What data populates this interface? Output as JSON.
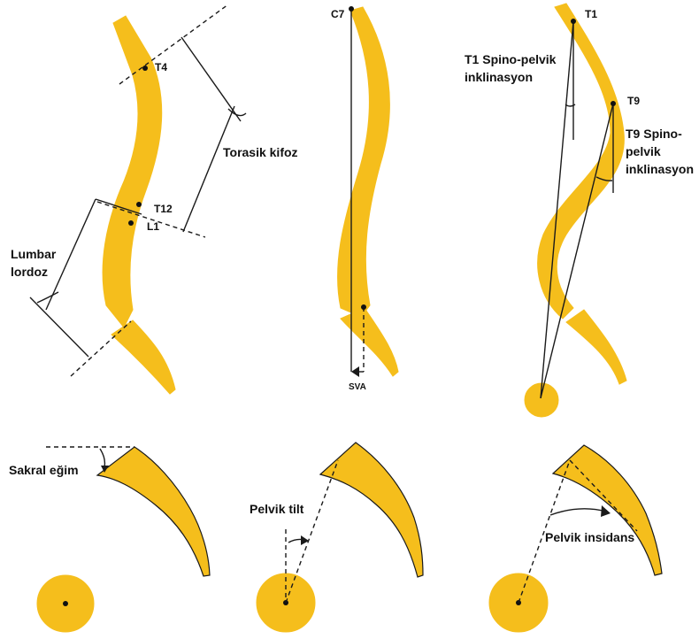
{
  "labels": {
    "t4": "T4",
    "torasik_kifoz": "Torasik kifoz",
    "t12": "T12",
    "l1": "L1",
    "lumbar_line1": "Lumbar",
    "lumbar_line2": "lordoz",
    "c7": "C7",
    "sva": "SVA",
    "t1": "T1",
    "t1_spino_line1": "T1 Spino-pelvik",
    "t1_spino_line2": "inklinasyon",
    "t9": "T9",
    "t9_spino_line1": "T9 Spino-",
    "t9_spino_line2": "pelvik",
    "t9_spino_line3": "inklinasyon",
    "sakral_egim": "Sakral eğim",
    "pelvik_tilt": "Pelvik tilt",
    "pelvik_insidans": "Pelvik insidans"
  },
  "colors": {
    "bone": "#f5be1c",
    "line": "#1a1a1a"
  }
}
